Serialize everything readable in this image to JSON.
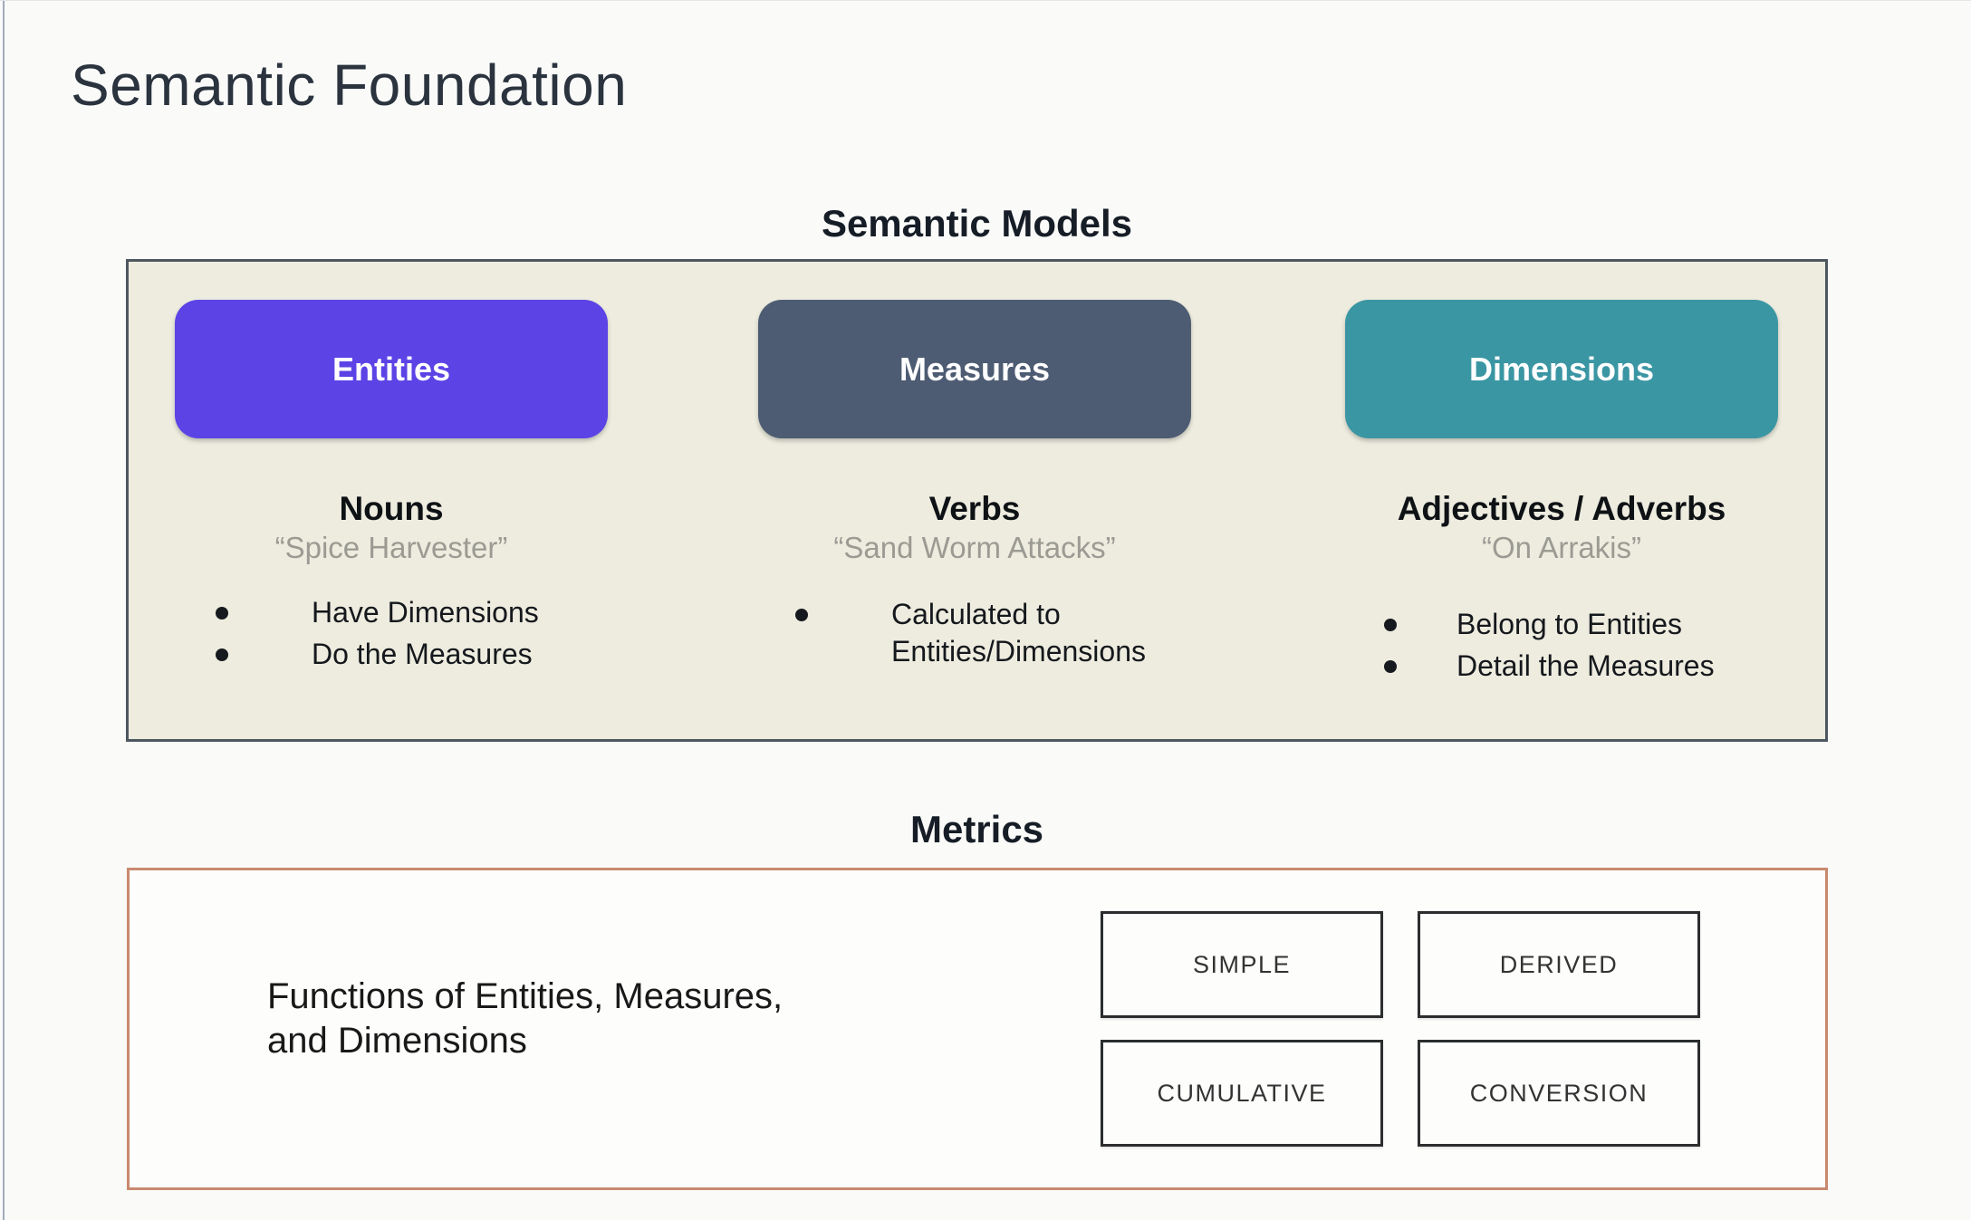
{
  "slide": {
    "title": "Semantic Foundation"
  },
  "semantic_models": {
    "heading": "Semantic Models",
    "panel_bg": "#edecdf",
    "panel_border": "#4e575f",
    "columns": [
      {
        "button_label": "Entities",
        "button_color": "#5b43e6",
        "heading": "Nouns",
        "quote": "“Spice Harvester”",
        "bullets": [
          "Have Dimensions",
          "Do the Measures"
        ]
      },
      {
        "button_label": "Measures",
        "button_color": "#4d5c72",
        "heading": "Verbs",
        "quote": "“Sand Worm Attacks”",
        "bullets": [
          "Calculated to Entities/Dimensions"
        ]
      },
      {
        "button_label": "Dimensions",
        "button_color": "#3a96a3",
        "heading": "Adjectives / Adverbs",
        "quote": "“On Arrakis”",
        "bullets": [
          "Belong to Entities",
          "Detail the Measures"
        ]
      }
    ]
  },
  "metrics": {
    "heading": "Metrics",
    "panel_border": "#c9896f",
    "description": "Functions of Entities, Measures,\nand Dimensions",
    "types": [
      "SIMPLE",
      "DERIVED",
      "CUMULATIVE",
      "CONVERSION"
    ]
  }
}
